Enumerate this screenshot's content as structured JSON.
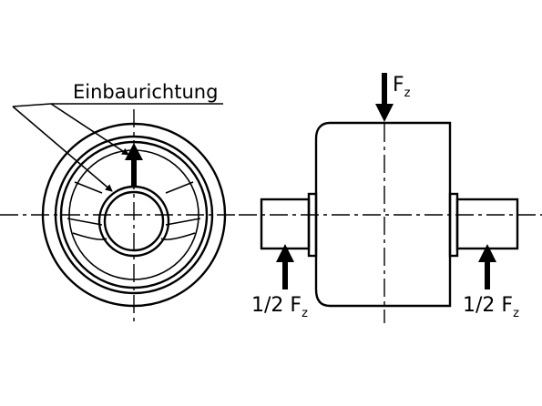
{
  "labels": {
    "mounting_direction": "Einbaurichtung",
    "force_top": {
      "main": "F",
      "sub": "z"
    },
    "force_left": {
      "main": "1/2 F",
      "sub": "z"
    },
    "force_right": {
      "main": "1/2 F",
      "sub": "z"
    }
  }
}
